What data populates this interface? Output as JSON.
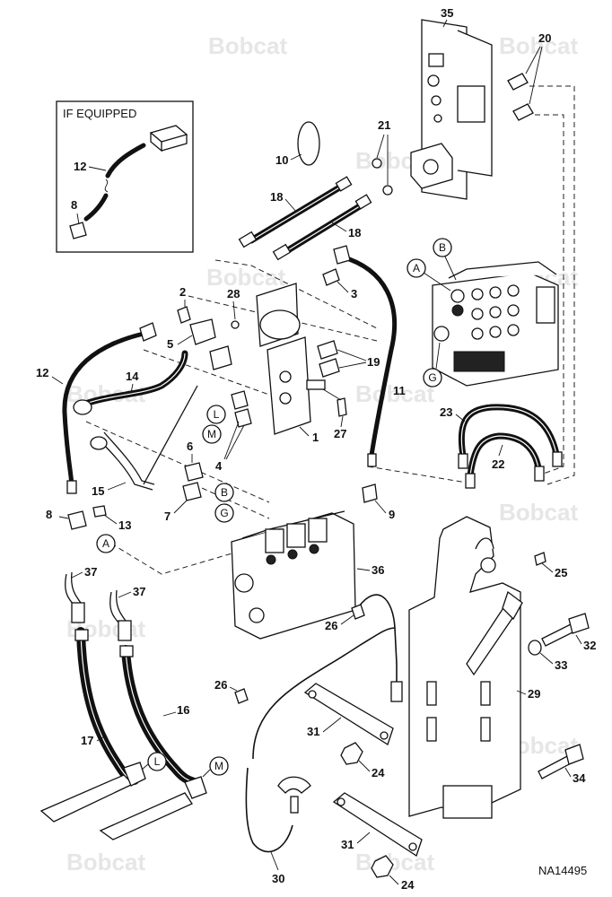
{
  "inset": {
    "title": "IF EQUIPPED"
  },
  "watermark": {
    "brand": "Bobcat"
  },
  "document_id": "NA14495",
  "callouts": {
    "c1": "1",
    "c2": "2",
    "c3": "3",
    "c4": "4",
    "c5": "5",
    "c6": "6",
    "c7": "7",
    "c8a": "8",
    "c8b": "8",
    "c9": "9",
    "c10": "10",
    "c11": "11",
    "c12a": "12",
    "c12b": "12",
    "c13": "13",
    "c14": "14",
    "c15": "15",
    "c16": "16",
    "c17": "17",
    "c18a": "18",
    "c18b": "18",
    "c19": "19",
    "c20": "20",
    "c21": "21",
    "c22": "22",
    "c23": "23",
    "c24a": "24",
    "c24b": "24",
    "c25": "25",
    "c26a": "26",
    "c26b": "26",
    "c27": "27",
    "c28": "28",
    "c29": "29",
    "c30": "30",
    "c31a": "31",
    "c31b": "31",
    "c32": "32",
    "c33": "33",
    "c34": "34",
    "c35": "35",
    "c36": "36",
    "c37a": "37",
    "c37b": "37"
  },
  "connectors": {
    "A_valve": "A",
    "B_valve": "B",
    "G_valve": "G",
    "L_fitting": "L",
    "M_fitting": "M",
    "B_lower": "B",
    "G_lower": "G",
    "A_lower": "A",
    "L_bottom": "L",
    "M_bottom": "M"
  }
}
